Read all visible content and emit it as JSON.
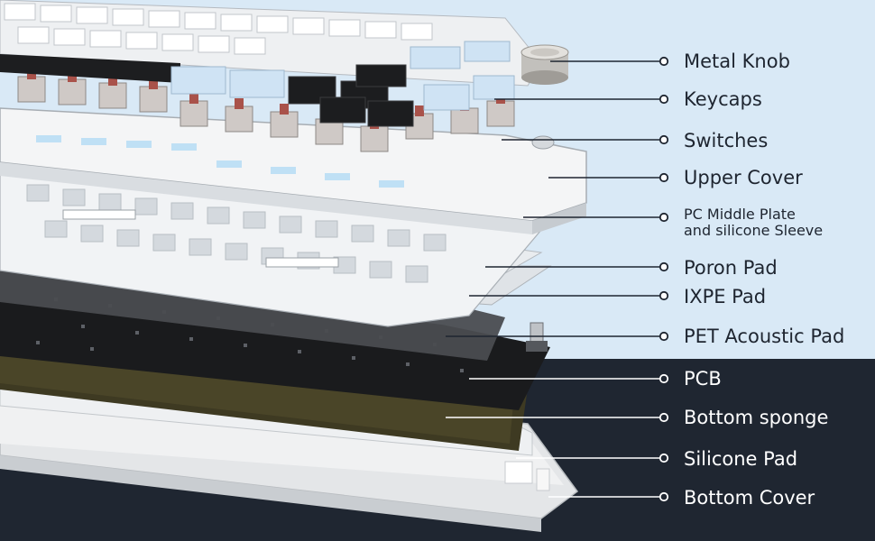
{
  "colors": {
    "background_top": "#d9e9f6",
    "background_bottom": "#1f2631",
    "label_dark": "#1e2530",
    "label_light": "#ffffff"
  },
  "labels": {
    "metal_knob": "Metal Knob",
    "keycaps": "Keycaps",
    "switches": "Switches",
    "upper_cover": "Upper Cover",
    "pc_middle_plate_line1": "PC Middle Plate",
    "pc_middle_plate_line2": "and silicone Sleeve",
    "poron_pad": "Poron Pad",
    "ixpe_pad": "IXPE Pad",
    "pet_acoustic_pad": "PET Acoustic Pad",
    "pcb": "PCB",
    "bottom_sponge": "Bottom sponge",
    "silicone_pad": "Silicone Pad",
    "bottom_cover": "Bottom Cover"
  }
}
